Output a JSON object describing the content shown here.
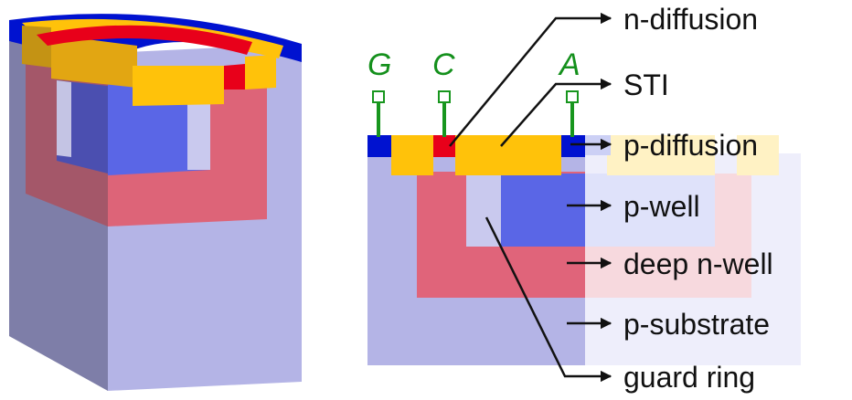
{
  "diagram": {
    "terminals": [
      {
        "symbol": "G"
      },
      {
        "symbol": "C"
      },
      {
        "symbol": "A"
      }
    ],
    "labels": [
      {
        "text": "n-diffusion"
      },
      {
        "text": "STI"
      },
      {
        "text": "p-diffusion"
      },
      {
        "text": "p-well"
      },
      {
        "text": "deep n-well"
      },
      {
        "text": "p-substrate"
      },
      {
        "text": "guard ring"
      }
    ],
    "colors": {
      "p_substrate": "#b4b4e6",
      "p_well": "#5a66e6",
      "deep_n_well": "#e0647a",
      "sti": "#ffc20a",
      "n_diffusion": "#e8001a",
      "p_diffusion": "#0012d0",
      "contact": "#18961e",
      "arrow": "#111111"
    }
  }
}
